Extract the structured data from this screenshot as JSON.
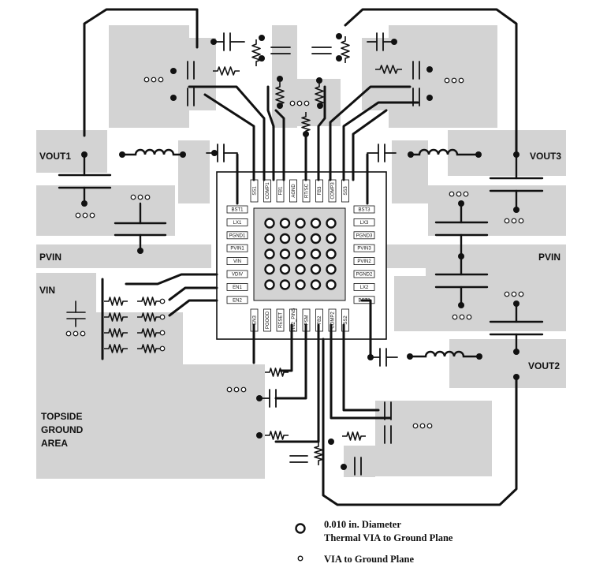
{
  "labels": {
    "vout1": "VOUT1",
    "vout2": "VOUT2",
    "vout3": "VOUT3",
    "pvin_left": "PVIN",
    "pvin_right": "PVIN",
    "vin": "VIN",
    "ground_line1": "TOPSIDE",
    "ground_line2": "GROUND",
    "ground_line3": "AREA"
  },
  "pins": {
    "left": [
      "BST1",
      "LX1",
      "PGND1",
      "PVIN1",
      "VIN",
      "VDIV",
      "EN1",
      "EN2"
    ],
    "right": [
      "BST3",
      "LX3",
      "PGND3",
      "PVIN3",
      "PVIN2",
      "PGND2",
      "LX2",
      "BST2"
    ],
    "top": [
      "SS1",
      "COMP1",
      "FB1",
      "AGND",
      "RT/SC",
      "FB3",
      "COMP3",
      "SS3"
    ],
    "bottom": [
      "EN3",
      "PGOOD",
      "RESET",
      "VIN2_PINS",
      "PSM",
      "FB2",
      "COMP2",
      "SS2"
    ]
  },
  "legend": {
    "thermal_line1": "0.010 in. Diameter",
    "thermal_line2": "Thermal VIA to Ground Plane",
    "via": "VIA to Ground Plane"
  }
}
